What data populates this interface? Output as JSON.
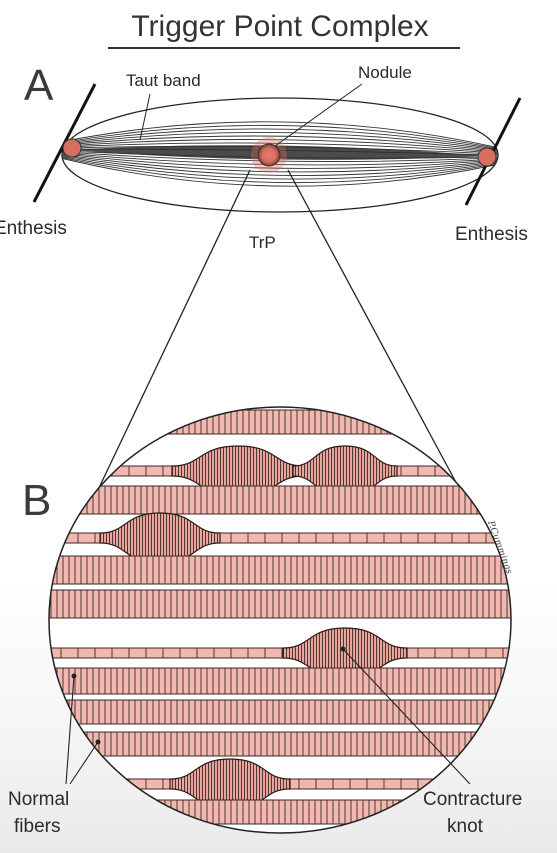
{
  "title": "Trigger Point Complex",
  "panel_a": {
    "letter": "A",
    "taut_band_label": "Taut band",
    "nodule_label": "Nodule",
    "enthesis_left_label": "Enthesis",
    "enthesis_right_label": "Enthesis",
    "trp_label": "TrP"
  },
  "panel_b": {
    "letter": "B",
    "normal_fibers_label": [
      "Normal",
      "fibers"
    ],
    "contracture_knot_label": [
      "Contracture",
      "knot"
    ],
    "signature": "P.Cummings"
  },
  "colors": {
    "fiber_fill": "#f2b8b0",
    "knot_fill": "#e8a59b",
    "nodule": "#d9705f",
    "line": "#222222"
  }
}
